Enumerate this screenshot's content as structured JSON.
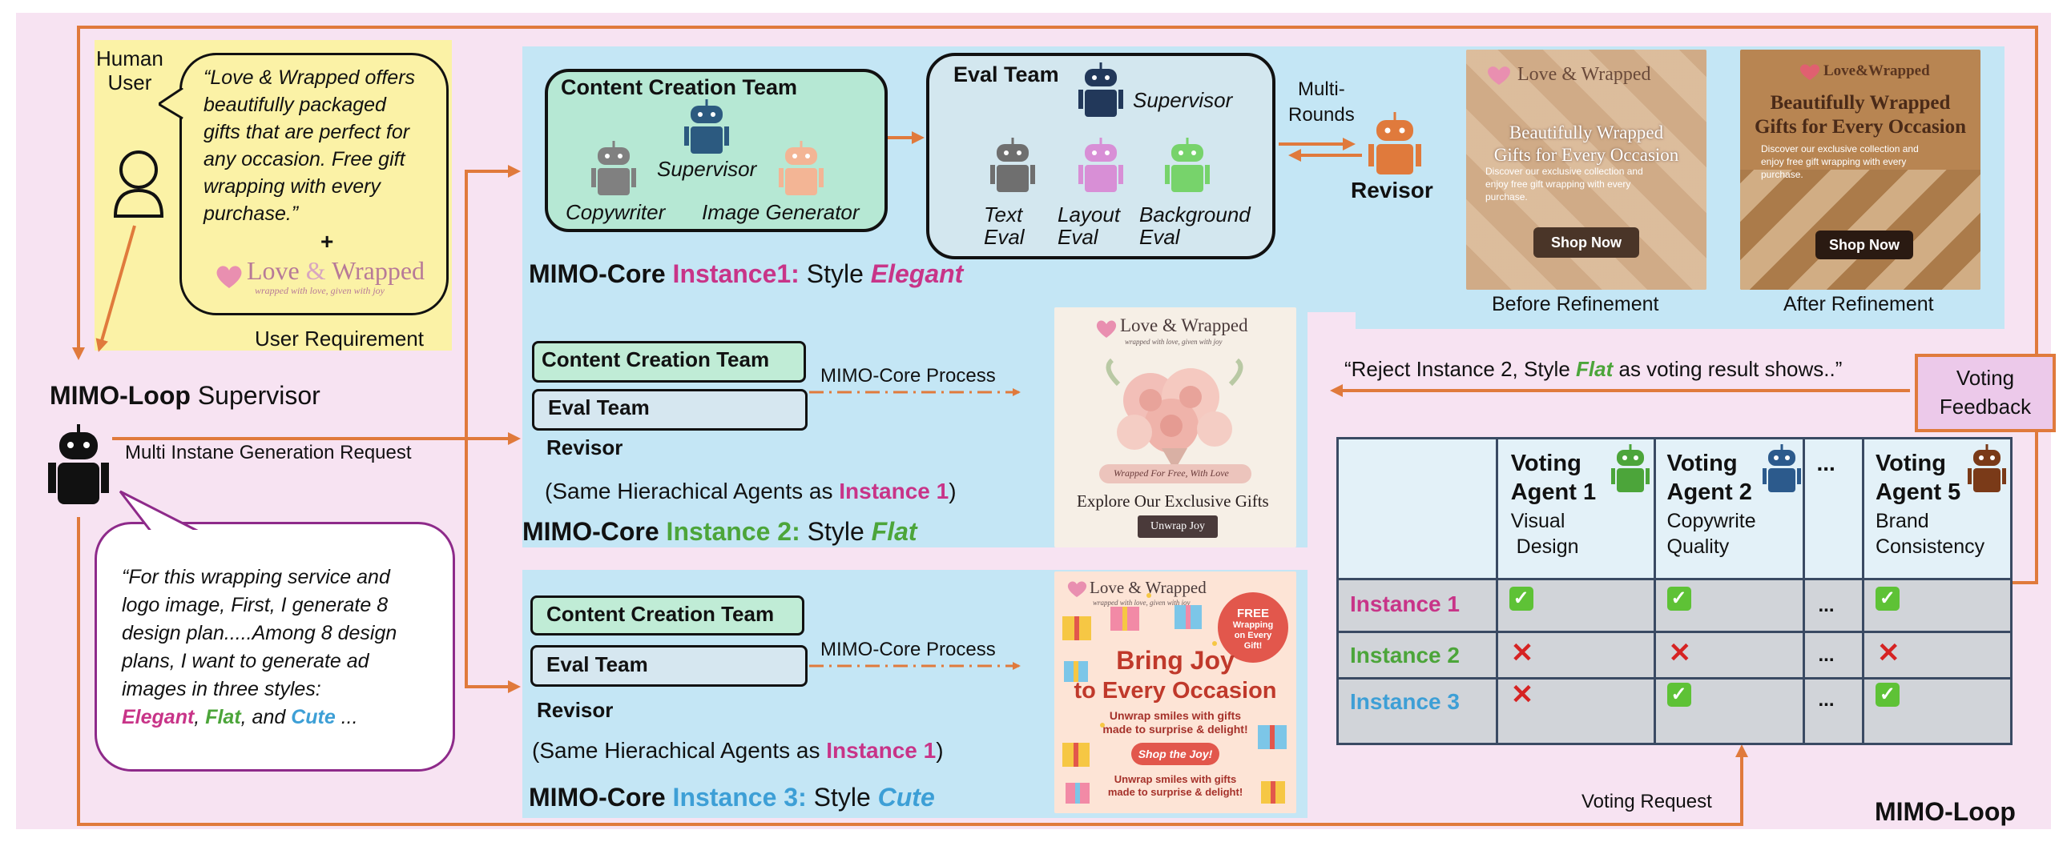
{
  "colors": {
    "accent_orange": "#e07a3c",
    "pink": "#c83488",
    "green": "#4ca53a",
    "cyan": "#3d9fd6",
    "panel_blue": "#c4e6f5",
    "note_yellow": "#fbf2a6"
  },
  "user": {
    "label_line1": "Human",
    "label_line2": "User",
    "quote_lines": [
      "“Love & Wrapped offers",
      "beautifully packaged",
      "gifts that are perfect for",
      "any occasion. Free gift",
      "wrapping with every",
      "purchase.”"
    ],
    "plus": "+",
    "logo_name_a": "Love ",
    "logo_amp": "&",
    "logo_name_b": " Wrapped",
    "logo_tagline": "wrapped with love, given with joy",
    "caption": "User Requirement"
  },
  "supervisor": {
    "title_bold": "MIMO-Loop",
    "title_rest": " Supervisor",
    "request": "Multi Instane Generation Request",
    "speech_lines": [
      "“For this wrapping service and",
      "logo image, First, I generate 8",
      "design plan.....Among 8 design",
      "plans, I want to generate ad",
      "images in three styles:"
    ],
    "speech_styles": {
      "a": "Elegant",
      "sep1": ", ",
      "b": "Flat",
      "sep2": ", and ",
      "c": "Cute",
      "tail": " ..."
    }
  },
  "instance1": {
    "cc_team_title": "Content Creation Team",
    "supervisor": "Supervisor",
    "copywriter": "Copywriter",
    "image_generator": "Image Generator",
    "eval_team_title": "Eval Team",
    "eval_supervisor": "Supervisor",
    "text_eval": [
      "Text",
      "Eval"
    ],
    "layout_eval": [
      "Layout",
      "Eval"
    ],
    "background_eval": [
      "Background",
      "Eval"
    ],
    "multi_rounds": [
      "Multi-",
      "Rounds"
    ],
    "revisor": "Revisor",
    "caption_core": "MIMO-Core ",
    "caption_instance": "Instance1:",
    "caption_style": " Style ",
    "caption_style_name": "Elegant",
    "before_label": "Before Refinement",
    "after_label": "After Refinement"
  },
  "ads": {
    "before": {
      "brand": "Love & Wrapped",
      "headline": [
        "Beautifully Wrapped",
        "Gifts for Every Occasion"
      ],
      "body": [
        "Discover our exclusive collection and",
        "enjoy free gift wrapping with every",
        "purchase."
      ],
      "cta": "Shop Now"
    },
    "after": {
      "brand": "Love&Wrapped",
      "headline": [
        "Beautifully Wrapped",
        "Gifts for Every Occasion"
      ],
      "body": [
        "Discover our exclusive collection and",
        "enjoy free gift wrapping with every",
        "purchase."
      ],
      "cta": "Shop Now"
    },
    "flat": {
      "brand": "Love & Wrapped",
      "tagline": "wrapped with love, given with joy",
      "ribbon": "Wrapped For Free, With Love",
      "headline": "Explore Our Exclusive Gifts",
      "cta": "Unwrap Joy"
    },
    "cute": {
      "brand": "Love & Wrapped",
      "tagline": "wrapped with love, given with joy",
      "badge": [
        "FREE",
        "Wrapping",
        "on Every",
        "Gift!"
      ],
      "headline": [
        "Bring Joy",
        "to Every Occasion"
      ],
      "sub": [
        "Unwrap smiles with gifts",
        "made to surprise & delight!"
      ],
      "cta": "Shop the Joy!",
      "footer": [
        "Unwrap smiles with gifts",
        "made to surprise & delight!"
      ]
    }
  },
  "instance2": {
    "cc_team": "Content Creation Team",
    "eval_team": "Eval Team",
    "revisor": "Revisor",
    "process": "MIMO-Core Process",
    "same_pre": "(Same Hierachical Agents as ",
    "same_inst": "Instance 1",
    "same_post": ")",
    "caption_core": "MIMO-Core ",
    "caption_instance": "Instance 2:",
    "caption_style": " Style ",
    "caption_style_name": "Flat"
  },
  "instance3": {
    "cc_team": "Content Creation Team",
    "eval_team": "Eval Team",
    "revisor": "Revisor",
    "process": "MIMO-Core Process",
    "same_pre": "(Same Hierachical Agents as ",
    "same_inst": "Instance 1",
    "same_post": ")",
    "caption_core": "MIMO-Core ",
    "caption_instance": "Instance 3:",
    "caption_style": " Style ",
    "caption_style_name": "Cute"
  },
  "feedback": {
    "reject_pre": "“Reject Instance 2,  Style ",
    "reject_style": "Flat",
    "reject_post": " as voting result shows..”",
    "voting_feedback": [
      "Voting",
      "Feedback"
    ]
  },
  "voting": {
    "agents": [
      {
        "title": [
          "Voting",
          "Agent 1"
        ],
        "sub": [
          "Visual",
          " Design"
        ],
        "robot_color": "#4ca53a"
      },
      {
        "title": [
          "Voting",
          "Agent 2"
        ],
        "sub": [
          "Copywrite",
          "Quality"
        ],
        "robot_color": "#2c5a8c"
      },
      {
        "title": [
          "..."
        ],
        "sub": [],
        "robot_color": ""
      },
      {
        "title": [
          "Voting",
          "Agent 5"
        ],
        "sub": [
          "Brand",
          "Consistency"
        ],
        "robot_color": "#7a3a18"
      }
    ],
    "rows": [
      {
        "label": "Instance 1",
        "color": "#c83488",
        "votes": [
          "check",
          "check",
          "...",
          "check"
        ]
      },
      {
        "label": "Instance 2",
        "color": "#4ca53a",
        "votes": [
          "cross",
          "cross",
          "...",
          "cross"
        ]
      },
      {
        "label": "Instance 3",
        "color": "#3d9fd6",
        "votes": [
          "cross",
          "check",
          "...",
          "check"
        ]
      }
    ],
    "request": "Voting Request"
  },
  "loop_label": "MIMO-Loop"
}
